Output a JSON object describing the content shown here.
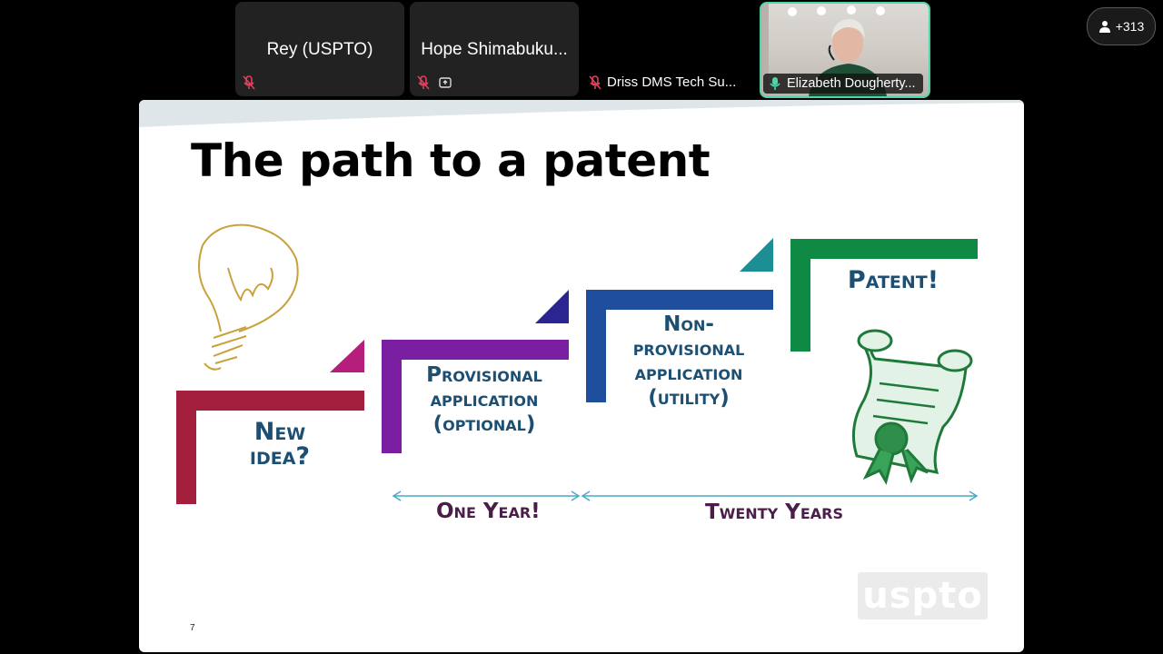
{
  "participants": [
    {
      "name": "Rey (USPTO)"
    },
    {
      "name": "Hope Shimabuku..."
    },
    {
      "name": "Driss DMS Tech Su..."
    },
    {
      "name": "Elizabeth Dougherty..."
    }
  ],
  "overflow_count": "+313",
  "slide": {
    "title": "The path to a patent",
    "steps": {
      "idea": [
        "New",
        "idea?"
      ],
      "provisional": [
        "Provisional",
        "application",
        "(optional)"
      ],
      "nonprovisional": [
        "Non-",
        "provisional",
        "application",
        "(utility)"
      ],
      "patent": [
        "Patent!"
      ]
    },
    "spans": {
      "one_year": "One Year!",
      "twenty_years": "Twenty Years"
    },
    "page_number": "7",
    "logo_text": "uspto"
  },
  "colors": {
    "idea_step": "#a31f3d",
    "provisional_step": "#7b1fa2",
    "nonprovisional_step": "#1f4e9c",
    "patent_step": "#0e8a45",
    "arrow": "#4aa9c4",
    "speaking_border": "#4fd6a8"
  }
}
